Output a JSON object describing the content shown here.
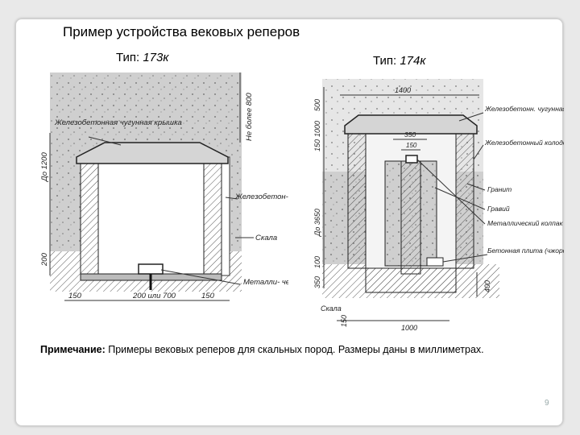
{
  "title": "Пример устройства вековых реперов",
  "type173": {
    "prefix": "Тип: ",
    "value": "173к"
  },
  "type174": {
    "prefix": "Тип: ",
    "value": "174к"
  },
  "note": {
    "label": "Примечание:",
    "text": " Примеры вековых реперов для скальных пород. Размеры даны в миллиметрах."
  },
  "page_number": "9",
  "drawing173": {
    "labels": {
      "lid": "Железобетонная чугунная крышка",
      "well": "Железобетон- ный колодец",
      "rock": "Скала",
      "cap": "Металли- ческий колпак",
      "depth_max": "Не более 800",
      "height": "До 1200",
      "base": "200",
      "dim_left": "150",
      "dim_mid": "200 или 700",
      "dim_right": "150"
    }
  },
  "drawing174": {
    "labels": {
      "lid": "Железобетонн. чугунная крышка",
      "well": "Железобетонный колодец",
      "granite": "Гранит",
      "gravel": "Гравий",
      "cap": "Металлический колпак",
      "plate": "Бетонная плита (чжоро)",
      "rock": "Скала",
      "d1400": "1400",
      "d350": "350",
      "d150": "150",
      "d1000": "1000",
      "d150b": "150",
      "h500": "500",
      "h1000": "1000",
      "h150": "150",
      "h3650": "До 3650",
      "h100": "100",
      "h350": "350",
      "h400": "400"
    }
  }
}
